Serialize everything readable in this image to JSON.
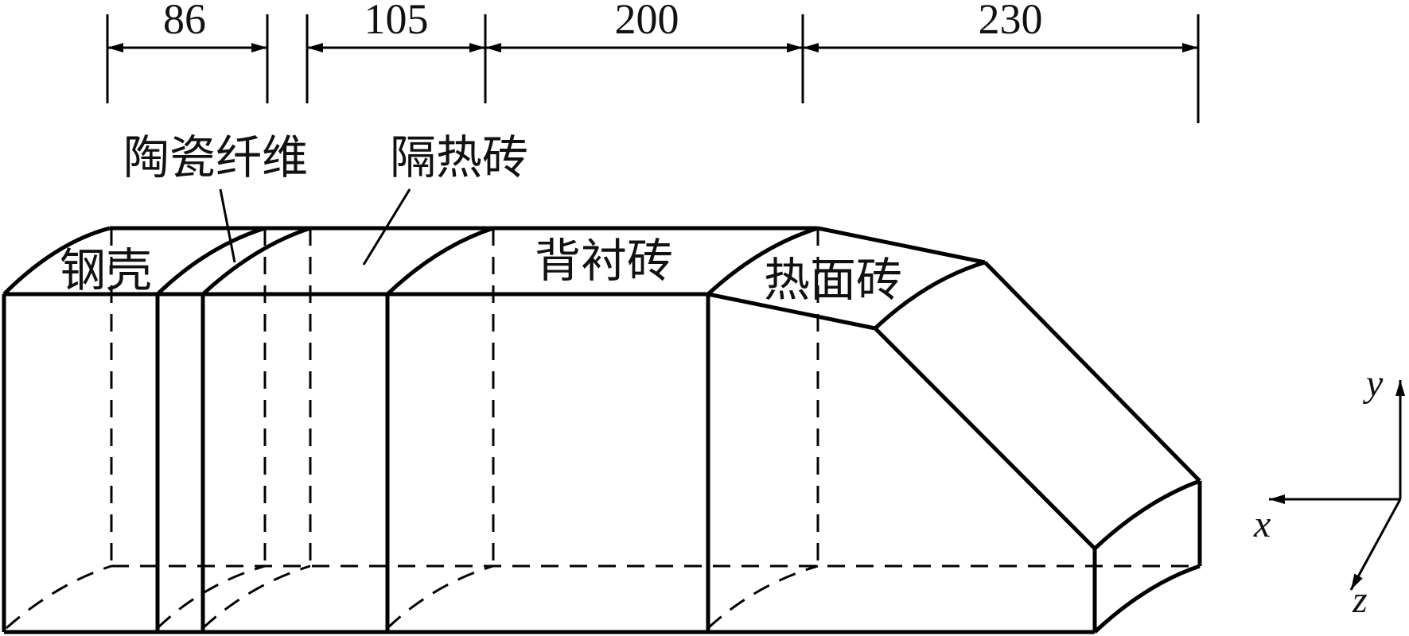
{
  "dimensions": {
    "steel_ceramic": "86",
    "insulating": "105",
    "backing": "200",
    "hot_face": "230"
  },
  "layers": {
    "steel_shell": "钢壳",
    "ceramic_fiber": "陶瓷纤维",
    "insulating_brick": "隔热砖",
    "backing_brick": "背衬砖",
    "hot_face_brick": "热面砖"
  },
  "axes": {
    "x": "x",
    "y": "y",
    "z": "z"
  }
}
